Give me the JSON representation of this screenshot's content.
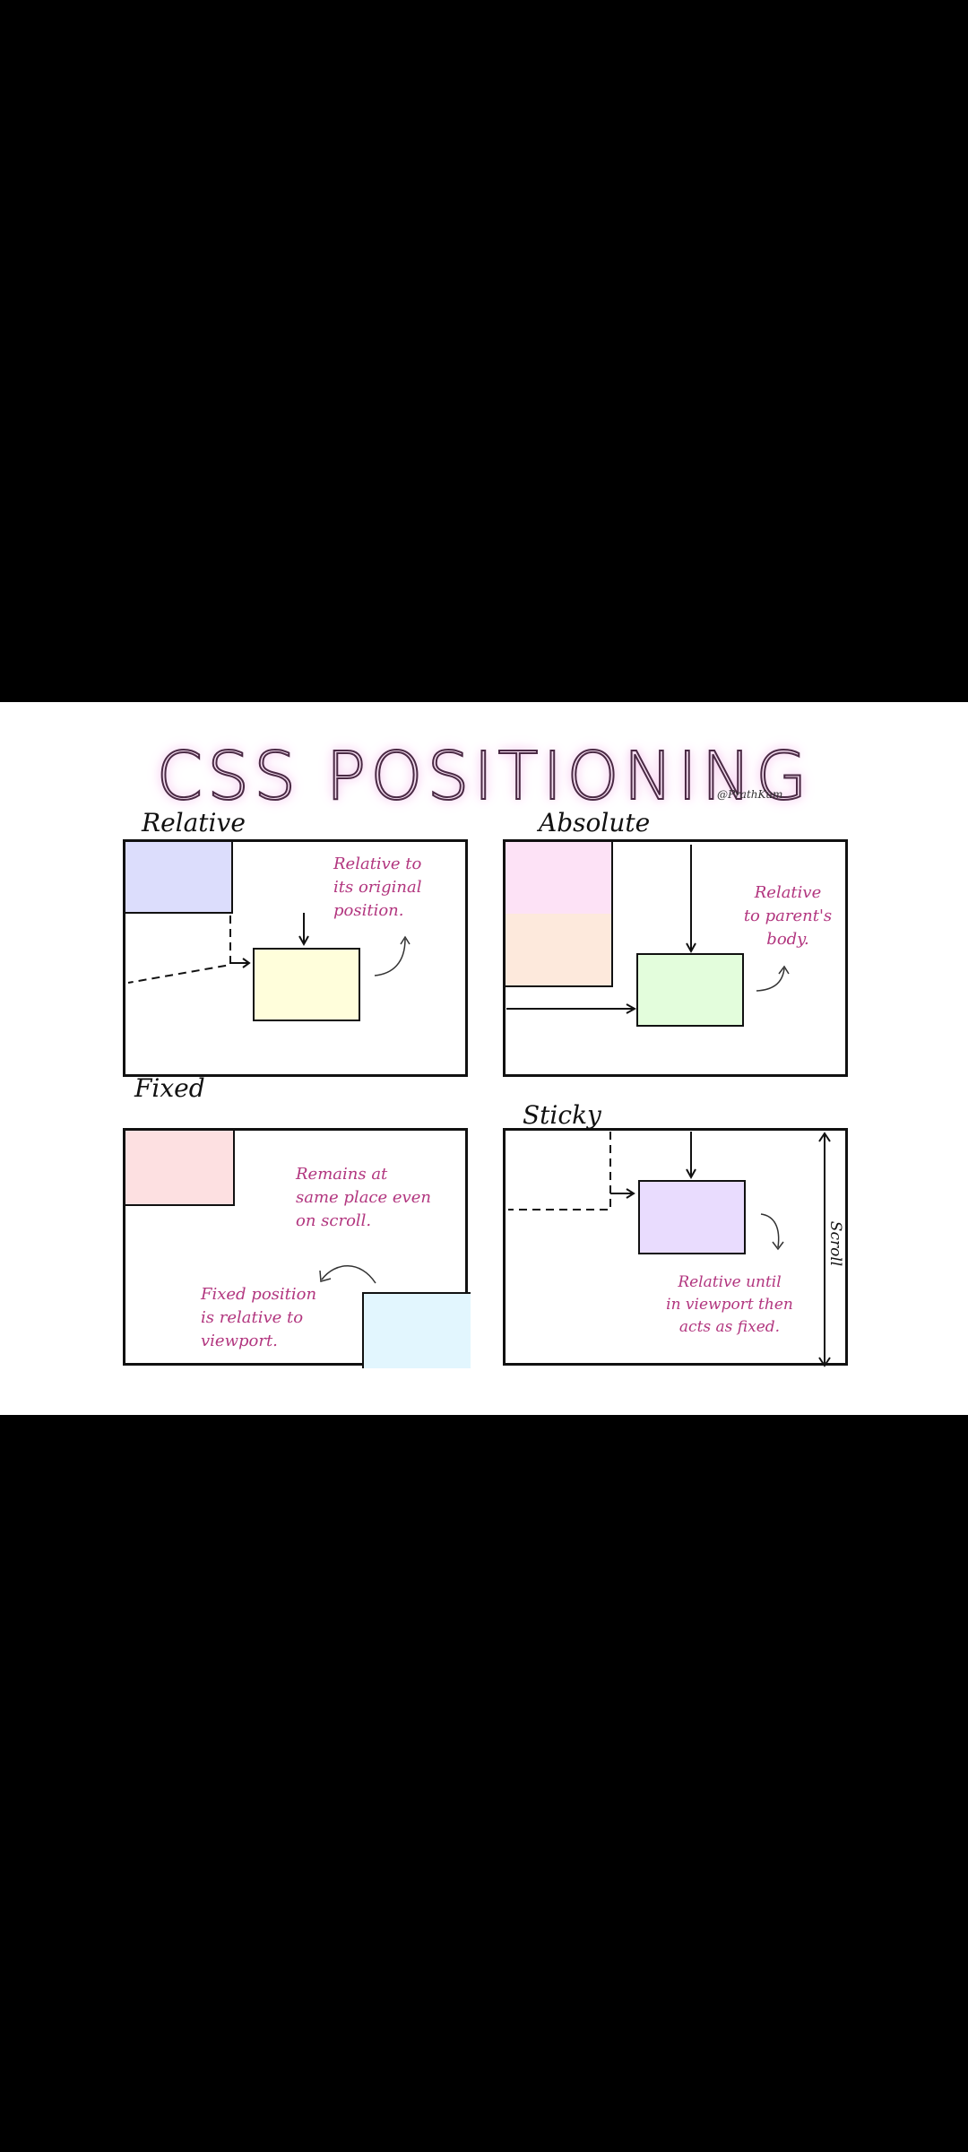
{
  "title": "CSS POSITIONING",
  "credit": "@PrathKum",
  "colors": {
    "relative_box_a": "#dcddfc",
    "relative_box_b": "#fffedb",
    "absolute_box_a": "#fde2f6",
    "absolute_box_b": "#fde9dc",
    "absolute_box_c": "#e3fddc",
    "fixed_box_a": "#fde0e1",
    "fixed_box_b": "#e2f6fe",
    "sticky_box": "#e9dcfe",
    "note_text": "#b2367f"
  },
  "panels": [
    {
      "title": "Relative",
      "note": "Relative to\nits original\nposition."
    },
    {
      "title": "Absolute",
      "note": "Relative\nto parent's\nbody."
    },
    {
      "title": "Fixed",
      "note_top": "Remains at\nsame place even\non scroll.",
      "note_bottom": "Fixed position\nis relative to\nviewport."
    },
    {
      "title": "Sticky",
      "note": "Relative until\nin viewport then\nacts as fixed.",
      "scroll_label": "Scroll"
    }
  ]
}
